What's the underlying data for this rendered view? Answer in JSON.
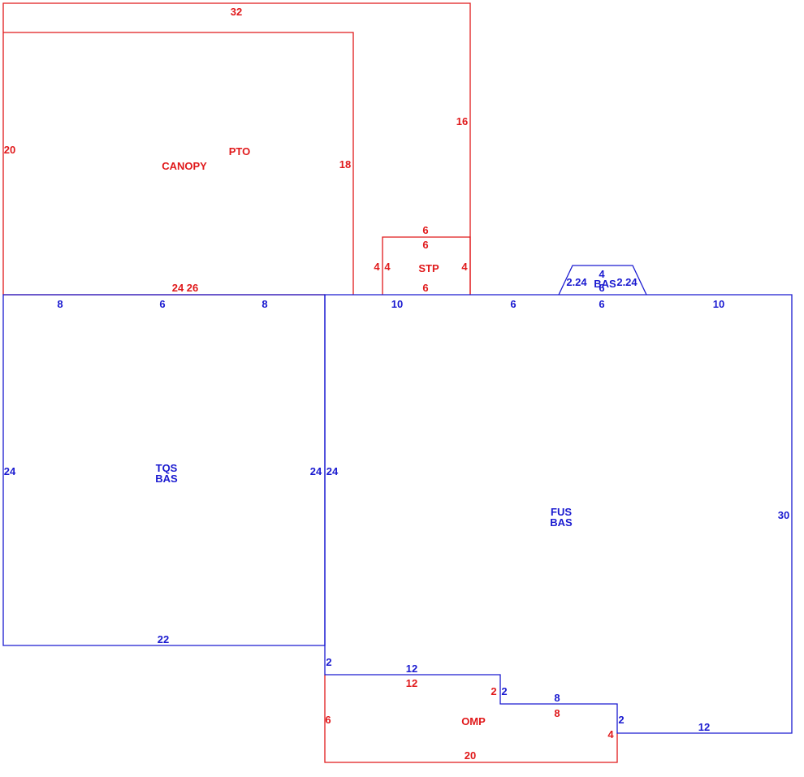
{
  "colors": {
    "red": "#e0191b",
    "blue": "#1a1ad0"
  },
  "areas": {
    "pto": "PTO",
    "canopy": "CANOPY",
    "stp": "STP",
    "tqs_1": "TQS",
    "tqs_2": "BAS",
    "fus_1": "FUS",
    "fus_2": "BAS",
    "bay": "BAS",
    "omp": "OMP"
  },
  "dims": {
    "pto_top": "32",
    "pto_right": "16",
    "canopy_left": "20",
    "canopy_right": "18",
    "canopy_bottom": "24",
    "pto_bottom": "26",
    "stp_top_outer": "6",
    "stp_top_inner": "6",
    "stp_left_outer": "4",
    "stp_left_inner": "4",
    "stp_right": "4",
    "stp_bottom": "6",
    "tqs_top_a": "8",
    "tqs_top_b": "6",
    "tqs_top_c": "8",
    "tqs_left": "24",
    "tqs_right": "24",
    "tqs_bottom": "22",
    "fus_left": "24",
    "fus_top_a": "10",
    "fus_top_b": "6",
    "fus_top_c": "6",
    "fus_top_d": "10",
    "fus_right": "30",
    "bay_left": "2.24",
    "bay_top": "4",
    "bay_bottom": "6",
    "bay_right": "2.24",
    "fus_step1": "2",
    "fus_b12": "12",
    "fus_step2": "2",
    "fus_b8": "8",
    "fus_step3": "2",
    "fus_b12b": "12",
    "omp_top": "12",
    "omp_step": "2",
    "omp_mid": "8",
    "omp_right": "4",
    "omp_left": "6",
    "omp_bottom": "20"
  }
}
